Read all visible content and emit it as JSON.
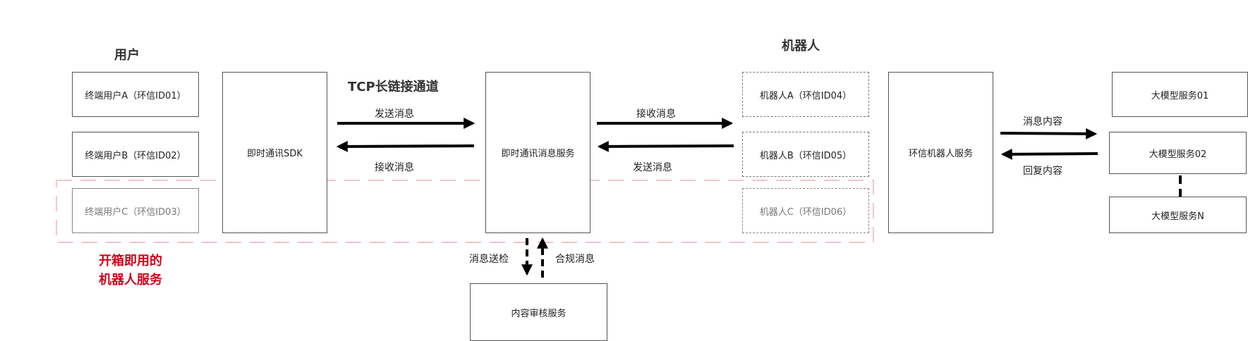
{
  "headings": {
    "users": "用户",
    "robots": "机器人",
    "tcp": "TCP长链接通道",
    "out_of_box_line1": "开箱即用的",
    "out_of_box_line2": "机器人服务"
  },
  "users": [
    {
      "label": "终端用户A（环信ID01）"
    },
    {
      "label": "终端用户B（环信ID02）"
    },
    {
      "label": "终端用户C（环信ID03）"
    }
  ],
  "sdk": {
    "label": "即时通讯SDK"
  },
  "im_service": {
    "label": "即时通讯消息服务"
  },
  "robots": [
    {
      "label": "机器人A（环信ID04）"
    },
    {
      "label": "机器人B（环信ID05）"
    },
    {
      "label": "机器人C（环信ID06）"
    }
  ],
  "robot_service": {
    "label": "环信机器人服务"
  },
  "models": [
    {
      "label": "大模型服务01"
    },
    {
      "label": "大模型服务02"
    },
    {
      "label": "大模型服务N"
    }
  ],
  "moderation": {
    "label": "内容审核服务"
  },
  "edges": {
    "send_msg_1": "发送消息",
    "recv_msg_1": "接收消息",
    "recv_msg_2": "接收消息",
    "send_msg_2": "发送消息",
    "msg_content": "消息内容",
    "reply_content": "回复内容",
    "send_check": "消息送检",
    "compliant_msg": "合规消息"
  },
  "colors": {
    "accent_red": "#d0021b",
    "highlight_dash": "#f2a0aa",
    "border": "#555555"
  }
}
